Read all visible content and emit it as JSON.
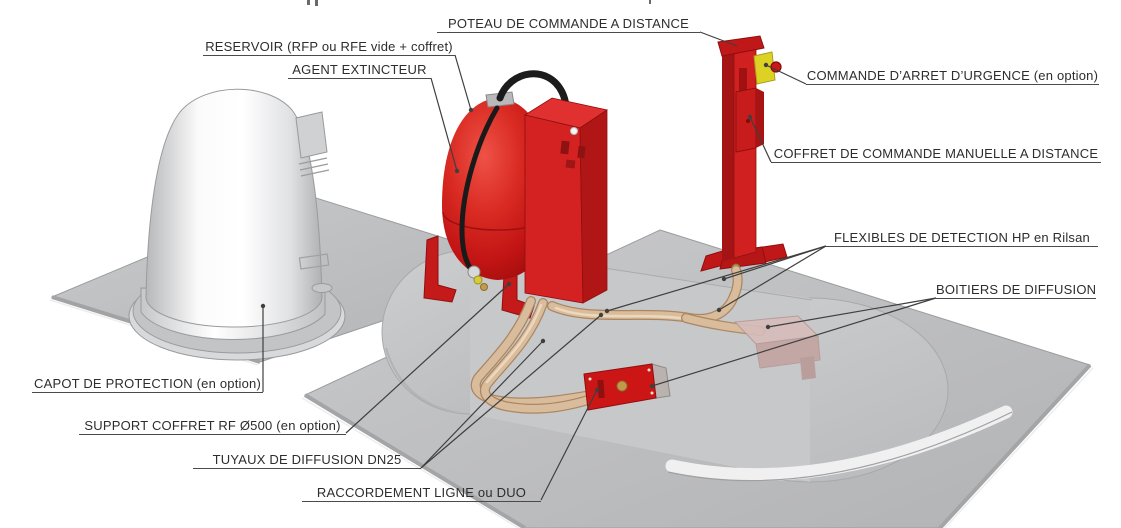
{
  "diagram": {
    "title_note": "",
    "labels": [
      {
        "id": "poteau",
        "text": "POTEAU DE COMMANDE A DISTANCE"
      },
      {
        "id": "reservoir",
        "text": "RESERVOIR (RFP ou RFE vide + coffret)"
      },
      {
        "id": "agent",
        "text": "AGENT EXTINCTEUR"
      },
      {
        "id": "arret",
        "text": "COMMANDE D’ARRET D’URGENCE (en option)"
      },
      {
        "id": "coffret",
        "text": "COFFRET DE COMMANDE MANUELLE A DISTANCE"
      },
      {
        "id": "flexibles",
        "text": "FLEXIBLES DE DETECTION HP en Rilsan"
      },
      {
        "id": "boitiers",
        "text": "BOITIERS DE DIFFUSION"
      },
      {
        "id": "capot",
        "text": "CAPOT DE PROTECTION (en option)"
      },
      {
        "id": "support",
        "text": "SUPPORT COFFRET RF Ø500 (en option)"
      },
      {
        "id": "tuyaux",
        "text": "TUYAUX DE DIFFUSION DN25"
      },
      {
        "id": "raccordement",
        "text": "RACCORDEMENT LIGNE ou DUO"
      }
    ],
    "colors": {
      "red_equipment": "#cc1a1a",
      "dark_red": "#a31313",
      "plate_gray": "#c2c3c5",
      "platform_gray": "#c7c8ca",
      "tube_tan": "#d9bc9c",
      "estop_yellow": "#ddd224",
      "diffusion_box_pink": "#d2b8b6",
      "fitting_gold": "#c4a050",
      "leader_line": "#3f3f3f",
      "background": "#ffffff"
    }
  }
}
